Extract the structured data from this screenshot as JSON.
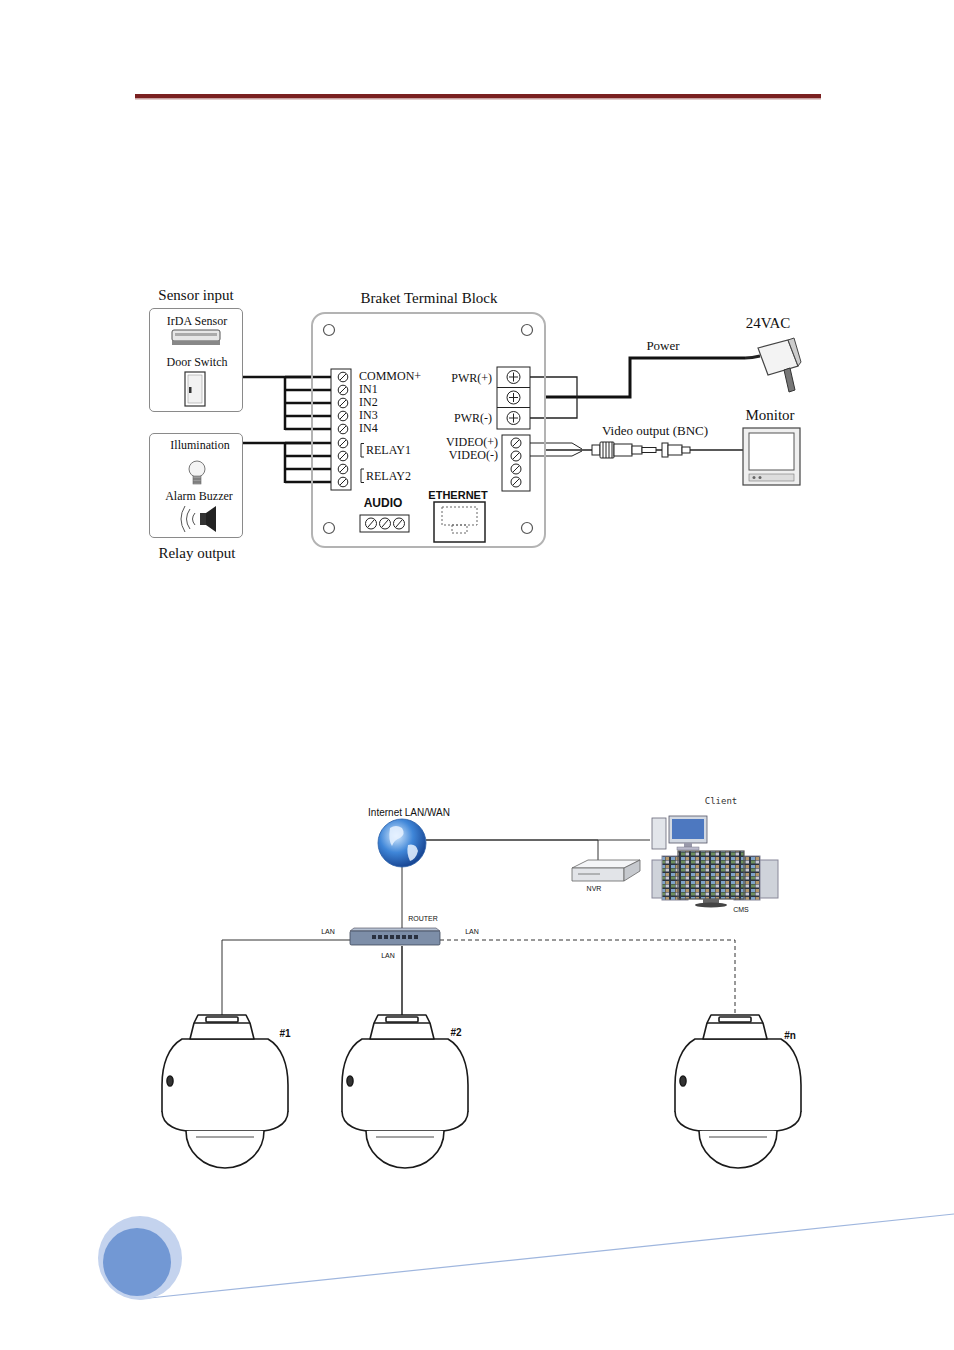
{
  "diagram": {
    "nodes": [
      {
        "text": [
          "Sensor input",
          "IrDA Sensor",
          "Door Switch"
        ]
      },
      {
        "text": [
          "Illumination",
          "Alarm Buzzer",
          "Relay output"
        ]
      },
      {
        "text": [
          "Braket Terminal Block"
        ]
      },
      {
        "text": [
          "24VAC"
        ]
      },
      {
        "text": [
          "Monitor"
        ]
      },
      {
        "text": [
          "Internet LAN/WAN"
        ]
      },
      {
        "text": [
          "Client"
        ]
      },
      {
        "text": [
          "NVR"
        ]
      },
      {
        "text": [
          "CMS"
        ]
      },
      {
        "text": [
          "ROUTER"
        ]
      },
      {
        "text": [
          "#1"
        ]
      },
      {
        "text": [
          "#2"
        ]
      },
      {
        "text": [
          "#n"
        ]
      }
    ],
    "edges": [
      {
        "from": 0,
        "to": 2,
        "arrow": "none"
      },
      {
        "from": 1,
        "to": 2,
        "arrow": "none"
      },
      {
        "from": 2,
        "to": 3,
        "label": "Power",
        "arrow": "none"
      },
      {
        "from": 2,
        "to": 4,
        "label": "Video output (BNC)",
        "arrow": "none"
      },
      {
        "from": 5,
        "to": 6,
        "arrow": "none"
      },
      {
        "from": 5,
        "to": 7,
        "arrow": "none"
      },
      {
        "from": 5,
        "to": 9,
        "arrow": "none"
      },
      {
        "from": 9,
        "to": 10,
        "label": "LAN",
        "arrow": "none"
      },
      {
        "from": 9,
        "to": 11,
        "label": "LAN",
        "arrow": "none"
      },
      {
        "from": 9,
        "to": 12,
        "label": "LAN",
        "arrow": "none"
      }
    ],
    "labels": [
      "COMMON+",
      "IN1",
      "IN2",
      "IN3",
      "IN4",
      "RELAY1",
      "RELAY2",
      "AUDIO",
      "ETHERNET",
      "PWR(+)",
      "PWR(-)",
      "VIDEO(+)",
      "VIDEO(-)"
    ]
  }
}
